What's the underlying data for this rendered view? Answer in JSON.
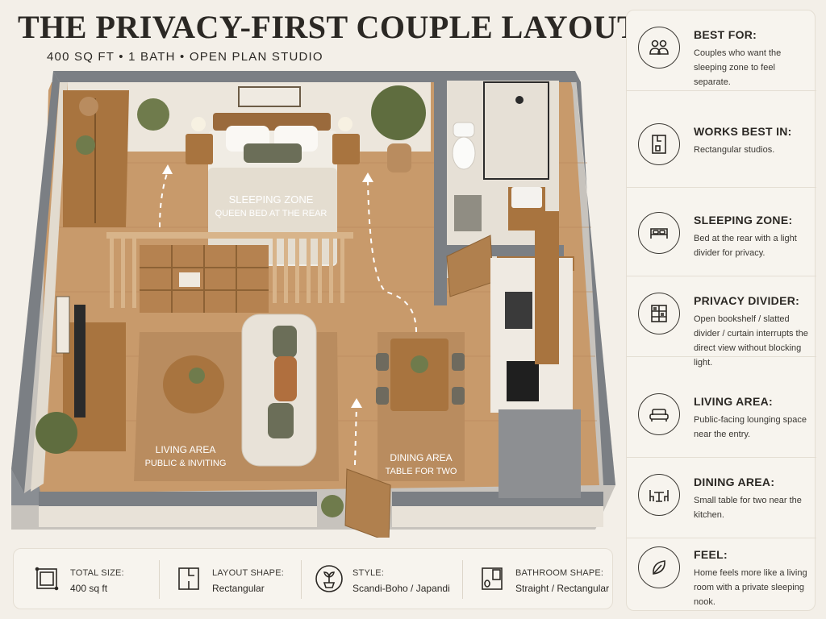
{
  "header": {
    "title": "THE PRIVACY-FIRST COUPLE LAYOUT",
    "subtitle": "400 SQ FT  •  1 BATH  •  OPEN PLAN STUDIO"
  },
  "plan": {
    "sleeping_zone_title": "SLEEPING ZONE",
    "sleeping_zone_sub": "QUEEN BED AT THE REAR",
    "living_title": "LIVING AREA",
    "living_sub": "PUBLIC & INVITING",
    "dining_title": "DINING AREA",
    "dining_sub": "TABLE FOR TWO"
  },
  "sidebar": {
    "items": [
      {
        "heading": "BEST FOR:",
        "text": "Couples who want the sleeping zone to feel separate.",
        "icon": "couple-icon"
      },
      {
        "heading": "WORKS BEST IN:",
        "text": "Rectangular studios.",
        "icon": "floorplan-icon"
      },
      {
        "heading": "SLEEPING ZONE:",
        "text": "Bed at the rear with a light divider for privacy.",
        "icon": "bed-icon"
      },
      {
        "heading": "PRIVACY DIVIDER:",
        "text": "Open bookshelf / slatted divider / curtain interrupts the direct view without blocking light.",
        "icon": "bookshelf-icon"
      },
      {
        "heading": "LIVING AREA:",
        "text": "Public-facing lounging space near the entry.",
        "icon": "sofa-icon"
      },
      {
        "heading": "DINING AREA:",
        "text": "Small table for two near the kitchen.",
        "icon": "dining-icon"
      },
      {
        "heading": "FEEL:",
        "text": "Home feels more like a living room with a private sleeping nook.",
        "icon": "leaf-icon"
      }
    ]
  },
  "specs": [
    {
      "label": "TOTAL SIZE:",
      "value": "400 sq ft",
      "icon": "area-icon"
    },
    {
      "label": "LAYOUT SHAPE:",
      "value": "Rectangular",
      "icon": "layout-icon"
    },
    {
      "label": "STYLE:",
      "value": "Scandi-Boho / Japandi",
      "icon": "plant-icon"
    },
    {
      "label": "BATHROOM SHAPE:",
      "value": "Straight / Rectangular",
      "icon": "bathroom-icon"
    }
  ],
  "colors": {
    "background": "#f3efe8",
    "wall": "#7b7f84",
    "floor": "#c89a6b",
    "rug": "#b98c5f",
    "wood": "#a8743f",
    "sofa": "#e8e2d8",
    "accent_green": "#6f7b4c"
  }
}
